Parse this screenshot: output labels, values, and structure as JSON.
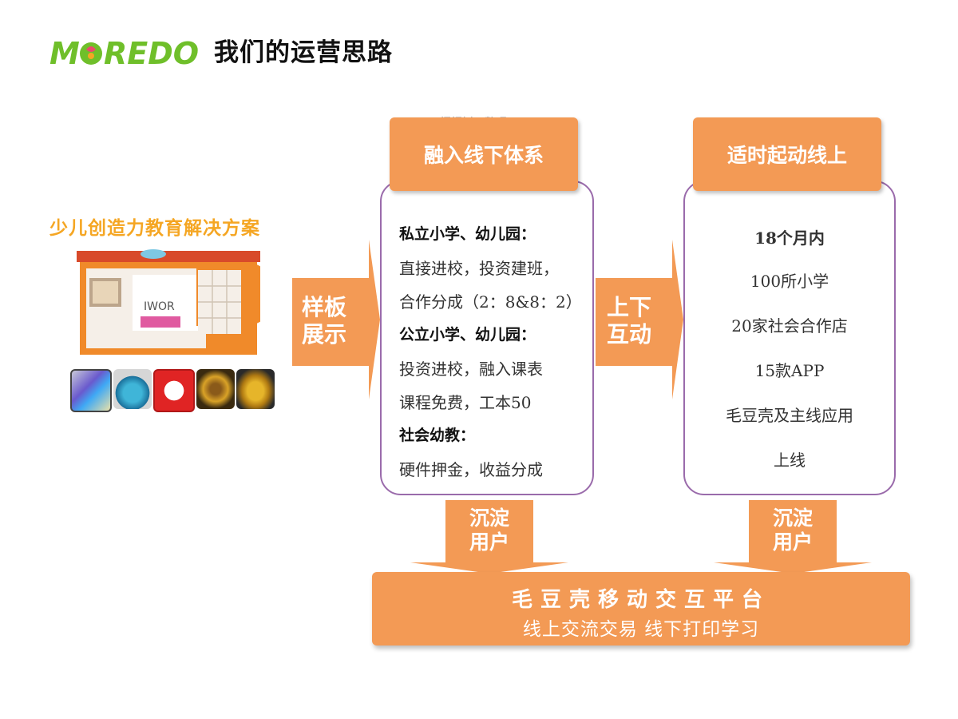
{
  "header": {
    "logo_text": "MORĒDO",
    "title": "我们的运营思路"
  },
  "left": {
    "heading": "少儿创造力教育解决方案",
    "booth_sign": "IWOR"
  },
  "arrows": {
    "sample": [
      "样板",
      "展示"
    ],
    "interaction": [
      "上下",
      "互动"
    ],
    "settle_left": [
      "沉淀",
      "用户"
    ],
    "settle_right": [
      "沉淀",
      "用户"
    ]
  },
  "watermark": "梧桐树下整理",
  "column_offline": {
    "header": "融入线下体系",
    "lines": [
      {
        "text": "私立小学、幼儿园：",
        "bold": true
      },
      {
        "text": "直接进校，投资建班，",
        "bold": false
      },
      {
        "text": "合作分成（2：8&8：2）",
        "bold": false
      },
      {
        "text": "公立小学、幼儿园：",
        "bold": true
      },
      {
        "text": "投资进校，融入课表",
        "bold": false
      },
      {
        "text": "课程免费，工本50",
        "bold": false
      },
      {
        "text": "社会幼教：",
        "bold": true
      },
      {
        "text": "硬件押金，收益分成",
        "bold": false
      }
    ]
  },
  "column_online": {
    "header": "适时起动线上",
    "lines": [
      {
        "text": "18个月内",
        "bold": true
      },
      {
        "text": "100所小学",
        "bold": false
      },
      {
        "text": "20家社会合作店",
        "bold": false
      },
      {
        "text": "15款APP",
        "bold": false
      },
      {
        "text": "毛豆壳及主线应用",
        "bold": false
      },
      {
        "text": "上线",
        "bold": false
      }
    ]
  },
  "platform": {
    "title": "毛豆壳移动交互平台",
    "subtitle": "线上交流交易 线下打印学习"
  },
  "colors": {
    "accent_orange": "#f39a55",
    "box_border_purple": "#9a6bab",
    "logo_green": "#6fbf2a",
    "heading_yellow": "#f5a623"
  }
}
